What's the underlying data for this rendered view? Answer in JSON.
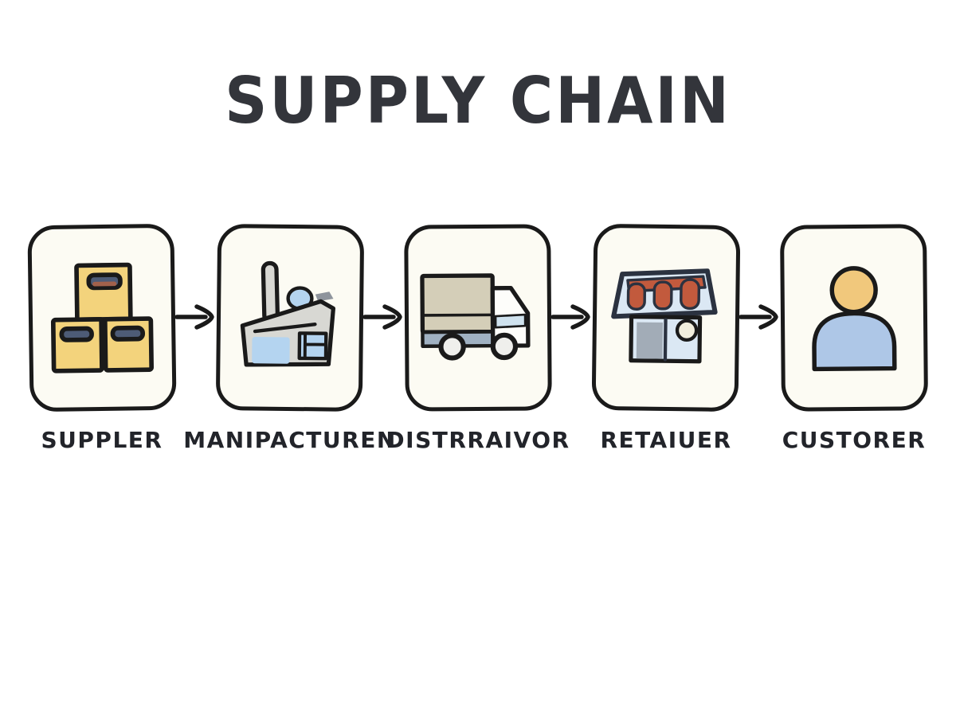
{
  "title": "SUPPLY CHAIN",
  "stages": [
    {
      "name": "supplier",
      "label": "SUPPLER",
      "icon": "boxes-icon"
    },
    {
      "name": "manufacturer",
      "label": "MANIPACTUREN",
      "icon": "factory-icon"
    },
    {
      "name": "distributor",
      "label": "DISTRRAIVOR",
      "icon": "truck-icon"
    },
    {
      "name": "retailer",
      "label": "RETAIUER",
      "icon": "store-icon"
    },
    {
      "name": "customer",
      "label": "CUSTORER",
      "icon": "person-icon"
    }
  ],
  "arrows": {
    "style": "hand-drawn-right-arrow",
    "count": 4
  },
  "colors": {
    "title_text": "#33353b",
    "label_text": "#22242a",
    "outline": "#1a1a1a",
    "navy_outline": "#2b3240",
    "card_bg": "#fcfbf3",
    "crate_yellow": "#f3d37c",
    "slot_blue": "#4d5b76",
    "slot_accent_brown": "#a2614b",
    "factory_gray": "#d8d8d3",
    "window_blue": "#b4d4f0",
    "nub_gray": "#8e949c",
    "cargo_beige": "#d4ceb8",
    "band_bluegray": "#a0b1c2",
    "cab_white": "#fdfdfa",
    "glass_blue": "#cfe2ee",
    "wheel_light": "#efefec",
    "awning_red": "#c25a3d",
    "store_blue": "#dbe8f4",
    "door_gray": "#a2acb7",
    "knob_cream": "#f1eedd",
    "head_tan": "#f1c87c",
    "body_blue": "#aec7e7"
  }
}
